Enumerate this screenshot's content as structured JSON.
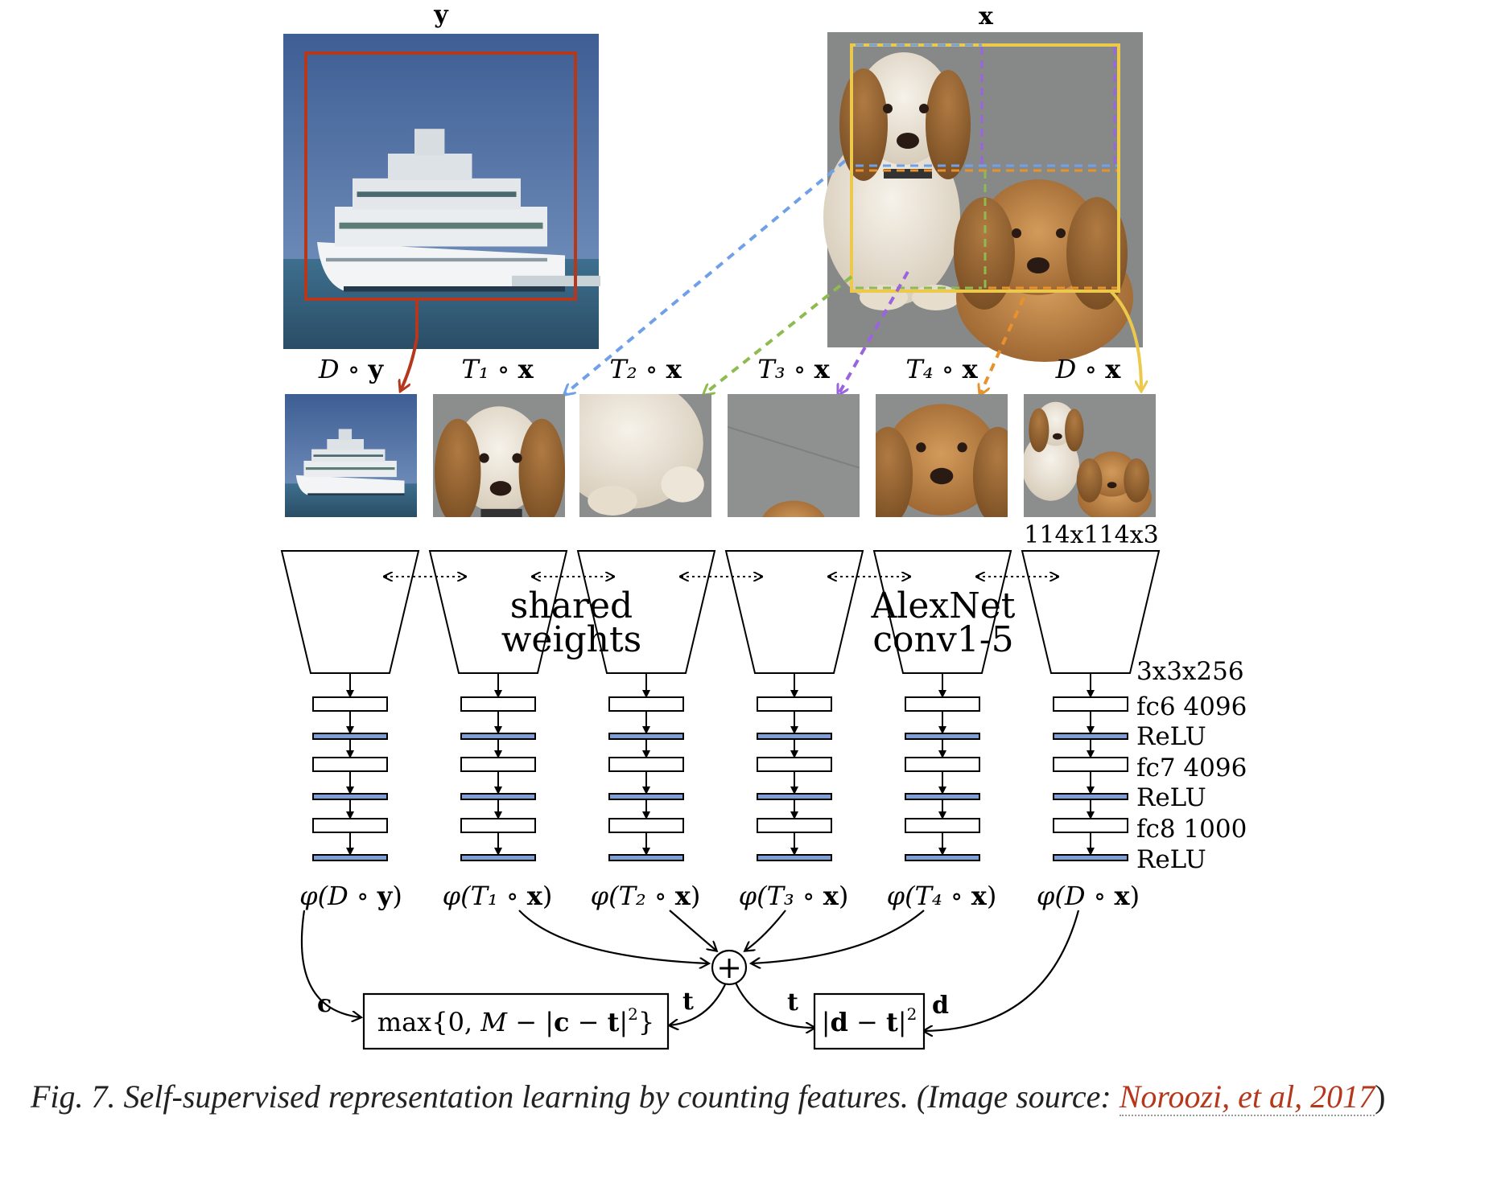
{
  "figure": {
    "image_y_label": "y",
    "image_x_label": "x",
    "branches": [
      {
        "top": "D ∘ y",
        "top_main": "D ∘ ",
        "top_bold": "y",
        "bottom": "φ(D ∘ y)",
        "bottom_pre": "φ(D ∘ ",
        "bottom_bold": "y",
        "bottom_post": ")",
        "arrow_color": "#b5371c"
      },
      {
        "top": "T₁ ∘ x",
        "top_main": "T₁ ∘ ",
        "top_bold": "x",
        "bottom": "φ(T₁ ∘ x)",
        "bottom_pre": "φ(T₁ ∘ ",
        "bottom_bold": "x",
        "bottom_post": ")",
        "arrow_color": "#6fa0e8"
      },
      {
        "top": "T₂ ∘ x",
        "top_main": "T₂ ∘ ",
        "top_bold": "x",
        "bottom": "φ(T₂ ∘ x)",
        "bottom_pre": "φ(T₂ ∘ ",
        "bottom_bold": "x",
        "bottom_post": ")",
        "arrow_color": "#8dbb4f"
      },
      {
        "top": "T₃ ∘ x",
        "top_main": "T₃ ∘ ",
        "top_bold": "x",
        "bottom": "φ(T₃ ∘ x)",
        "bottom_pre": "φ(T₃ ∘ ",
        "bottom_bold": "x",
        "bottom_post": ")",
        "arrow_color": "#9b63e0"
      },
      {
        "top": "T₄ ∘ x",
        "top_main": "T₄ ∘ ",
        "top_bold": "x",
        "bottom": "φ(T₄ ∘ x)",
        "bottom_pre": "φ(T₄ ∘ ",
        "bottom_bold": "x",
        "bottom_post": ")",
        "arrow_color": "#e8922e"
      },
      {
        "top": "D ∘ x",
        "top_main": "D ∘ ",
        "top_bold": "x",
        "bottom": "φ(D ∘ x)",
        "bottom_pre": "φ(D ∘ ",
        "bottom_bold": "x",
        "bottom_post": ")",
        "arrow_color": "#ecc94b"
      }
    ],
    "input_size": "114x114x3",
    "shared_weights": [
      "shared",
      "weights"
    ],
    "alexnet": [
      "AlexNet",
      "conv1-5"
    ],
    "layers": [
      "3x3x256",
      "fc6 4096",
      "ReLU",
      "fc7 4096",
      "ReLU",
      "fc8 1000",
      "ReLU"
    ],
    "loss_left": {
      "pre": "max{0, ",
      "m": "M",
      "mid": " − |",
      "c": "c",
      "minus": " − ",
      "t": "t",
      "post": "|",
      "sup": "2",
      "end": "}"
    },
    "loss_right": {
      "pre": "|",
      "d": "d",
      "minus": " − ",
      "t": "t",
      "post": "|",
      "sup": "2"
    },
    "edge_labels": {
      "c": "c",
      "t_left": "t",
      "t_right": "t",
      "d": "d"
    },
    "sum_symbol": "+",
    "colors": {
      "relu_fill": "#7f9fd9",
      "ship_box": "#b5371c",
      "grid_yellow": "#ecc94b",
      "link": "#b5371c"
    }
  },
  "caption": {
    "text": "Fig. 7. Self-supervised representation learning by counting features. (Image source: ",
    "link_text": "Noroozi, et al, 2017",
    "close": ")"
  }
}
